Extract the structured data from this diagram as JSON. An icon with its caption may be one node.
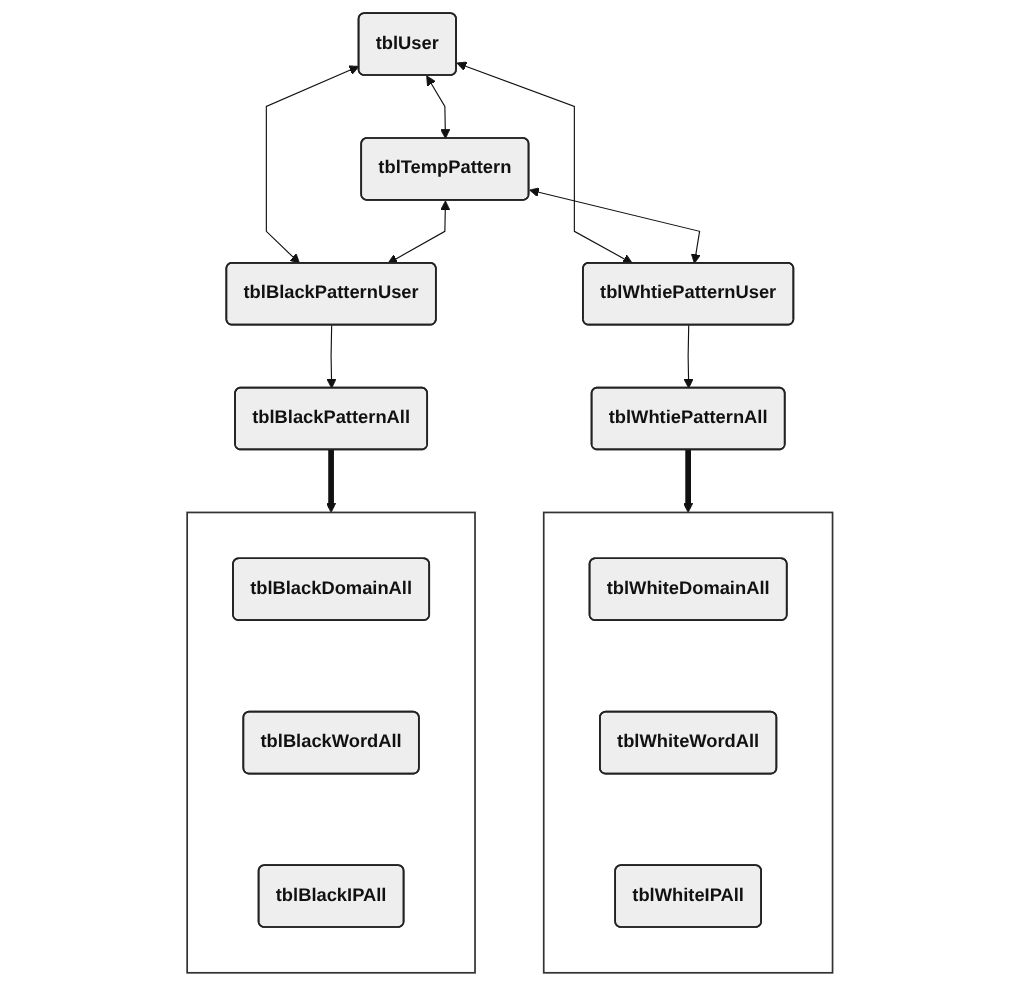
{
  "diagram": {
    "nodes": [
      {
        "text": [
          "tblUser"
        ]
      },
      {
        "text": [
          "tblTempPattern"
        ]
      },
      {
        "text": [
          "tblBlackPatternUser"
        ]
      },
      {
        "text": [
          "tblWhtiePatternUser"
        ]
      },
      {
        "text": [
          "tblBlackPatternAll"
        ]
      },
      {
        "text": [
          "tblWhtiePatternAll"
        ]
      },
      {
        "text": [],
        "shape": "box"
      },
      {
        "text": [
          "tblBlackDomainAll"
        ],
        "in": 6
      },
      {
        "text": [
          "tblBlackWordAll"
        ],
        "in": 6
      },
      {
        "text": [
          "tblBlackIPAll"
        ],
        "in": 6
      },
      {
        "text": [],
        "shape": "box"
      },
      {
        "text": [
          "tblWhiteDomainAll"
        ],
        "in": 10
      },
      {
        "text": [
          "tblWhiteWordAll"
        ],
        "in": 10
      },
      {
        "text": [
          "tblWhiteIPAll"
        ],
        "in": 10
      }
    ],
    "edges": [
      {
        "from": 0,
        "to": 1,
        "arrow": "both"
      },
      {
        "from": 0,
        "to": 2,
        "arrow": "both"
      },
      {
        "from": 0,
        "to": 3,
        "arrow": "both"
      },
      {
        "from": 1,
        "to": 2,
        "arrow": "both"
      },
      {
        "from": 1,
        "to": 3,
        "arrow": "both"
      },
      {
        "from": 2,
        "to": 4,
        "arrow": "to"
      },
      {
        "from": 3,
        "to": 5,
        "arrow": "to"
      },
      {
        "from": 4,
        "to": 6,
        "arrow": "to",
        "style": "thick"
      },
      {
        "from": 5,
        "to": 10,
        "arrow": "to",
        "style": "thick"
      }
    ]
  }
}
